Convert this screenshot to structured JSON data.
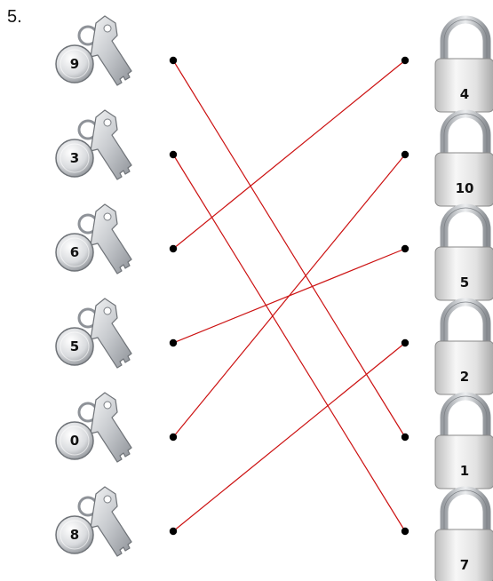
{
  "question_number": "5.",
  "keys": [
    {
      "label": "9"
    },
    {
      "label": "3"
    },
    {
      "label": "6"
    },
    {
      "label": "5"
    },
    {
      "label": "0"
    },
    {
      "label": "8"
    }
  ],
  "locks": [
    {
      "label": "4"
    },
    {
      "label": "10"
    },
    {
      "label": "5"
    },
    {
      "label": "2"
    },
    {
      "label": "1"
    },
    {
      "label": "7"
    }
  ],
  "connections": [
    {
      "key": 0,
      "lock": 4
    },
    {
      "key": 1,
      "lock": 5
    },
    {
      "key": 2,
      "lock": 0
    },
    {
      "key": 3,
      "lock": 2
    },
    {
      "key": 4,
      "lock": 1
    },
    {
      "key": 5,
      "lock": 3
    }
  ],
  "colors": {
    "line": "#cc1111",
    "dot": "#000000",
    "key_metal": "#c9ccd0",
    "lock_body": "#e6e6e6"
  }
}
